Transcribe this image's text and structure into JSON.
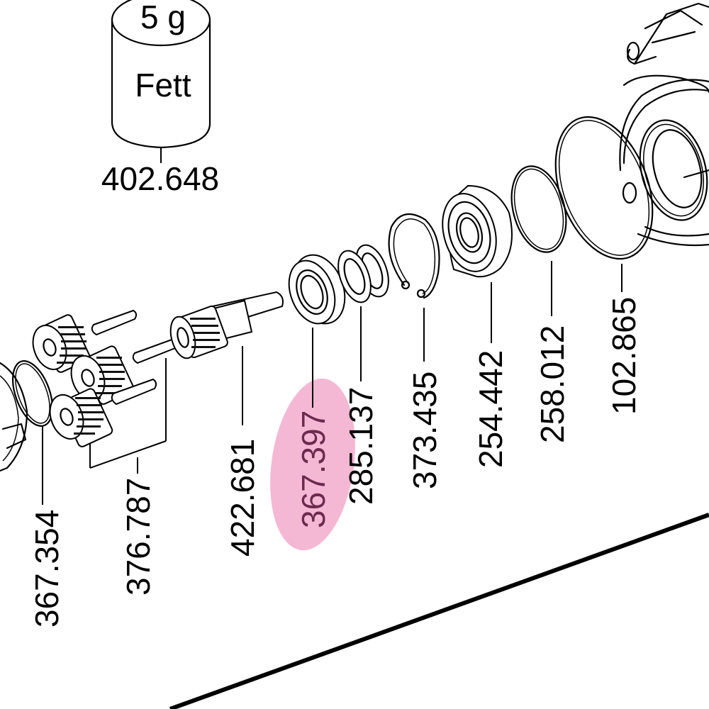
{
  "diagram": {
    "title": "Exploded parts diagram - planetary gear / bearing assembly",
    "grease_container": {
      "amount": "5 g",
      "substance": "Fett",
      "part_number": "402.648"
    },
    "parts": [
      {
        "id": "oring-left",
        "part_number": "367.354",
        "description": "O-ring"
      },
      {
        "id": "planet-gears-and-pins",
        "part_number": "376.787",
        "description": "Planet gears with pins (set)"
      },
      {
        "id": "pinion-shaft",
        "part_number": "422.681",
        "description": "Pinion shaft"
      },
      {
        "id": "ball-bearing-small",
        "part_number": "367.397",
        "description": "Ball bearing",
        "highlighted": true
      },
      {
        "id": "washer-pair",
        "part_number": "285.137",
        "description": "Washers"
      },
      {
        "id": "circlip",
        "part_number": "373.435",
        "description": "Internal circlip"
      },
      {
        "id": "ball-bearing-large",
        "part_number": "254.442",
        "description": "Ball bearing"
      },
      {
        "id": "oring-mid",
        "part_number": "258.012",
        "description": "O-ring"
      },
      {
        "id": "oring-large",
        "part_number": "102.865",
        "description": "O-ring"
      }
    ],
    "highlight_color": "#f5b8d4"
  }
}
